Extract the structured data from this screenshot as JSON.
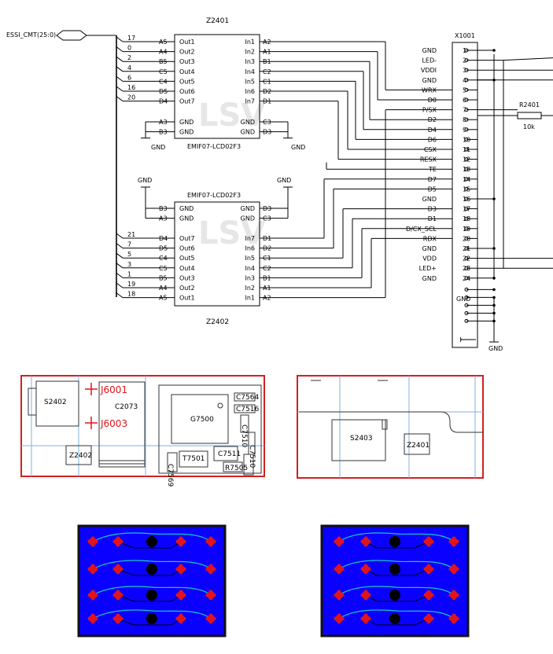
{
  "schematic": {
    "bus_label": "ESSI_CMT(25:0)",
    "watermark": "LSV",
    "z2401": {
      "ref": "Z2401",
      "part": "EMIF07-LCD02F3",
      "out_pins": [
        "Out1",
        "Out2",
        "Out3",
        "Out4",
        "Out5",
        "Out6",
        "Out7"
      ],
      "in_pins": [
        "In1",
        "In2",
        "In3",
        "In4",
        "In5",
        "In6",
        "In7"
      ],
      "left_balls": [
        "A5",
        "A4",
        "B5",
        "C5",
        "C4",
        "D5",
        "D4"
      ],
      "right_balls": [
        "A2",
        "A1",
        "B1",
        "C2",
        "C1",
        "D2",
        "D1"
      ],
      "bus_nums": [
        "17",
        "0",
        "2",
        "4",
        "6",
        "16",
        "20"
      ],
      "gnd_left_balls": [
        "A3",
        "B3"
      ],
      "gnd_right_balls": [
        "C3",
        "D3"
      ],
      "gnd_label": "GND"
    },
    "z2402": {
      "ref": "Z2402",
      "part": "EMIF07-LCD02F3",
      "out_pins": [
        "Out7",
        "Out6",
        "Out5",
        "Out4",
        "Out3",
        "Out2",
        "Out1"
      ],
      "in_pins": [
        "In7",
        "In6",
        "In5",
        "In4",
        "In3",
        "In2",
        "In1"
      ],
      "left_balls": [
        "D4",
        "D5",
        "C4",
        "C5",
        "B5",
        "A4",
        "A5"
      ],
      "right_balls": [
        "D1",
        "D2",
        "C1",
        "C2",
        "B1",
        "A1",
        "A2"
      ],
      "bus_nums": [
        "21",
        "7",
        "5",
        "3",
        "1",
        "19",
        "18"
      ],
      "gnd_left_balls": [
        "B3",
        "A3"
      ],
      "gnd_right_balls": [
        "D3",
        "C3"
      ],
      "gnd_label": "GND"
    },
    "x1001": {
      "ref": "X1001",
      "pins": [
        "1",
        "2",
        "3",
        "4",
        "5",
        "6",
        "7",
        "8",
        "9",
        "10",
        "11",
        "12",
        "13",
        "14",
        "15",
        "16",
        "17",
        "18",
        "19",
        "20",
        "21",
        "22",
        "23",
        "24"
      ],
      "signals": [
        "GND",
        "LED-",
        "VDDI",
        "GND",
        "WRX",
        "D0",
        "P/SX",
        "D2",
        "D4",
        "D6",
        "CSX",
        "RESX",
        "TE",
        "D7",
        "D5",
        "GND",
        "D3",
        "D1",
        "D/CX_SCL",
        "RDX",
        "GND",
        "VDD",
        "LED+",
        "GND"
      ],
      "gnd_label": "GND"
    },
    "r2401": {
      "ref": "R2401",
      "value": "10k"
    }
  },
  "layout_views": {
    "left": {
      "labels": [
        "S2402",
        "C2073",
        "Z2402",
        "G7500",
        "C7564",
        "C7516",
        "C7510",
        "C7510",
        "C7569",
        "T7501",
        "C7511",
        "R7505"
      ],
      "markers": [
        "J6001",
        "J6003"
      ]
    },
    "right": {
      "labels": [
        "S2403",
        "Z2401"
      ]
    }
  },
  "footprints": {
    "count": 2,
    "colors": {
      "board": "#0a00ff",
      "pad": "#e0141c",
      "trace": "#19c8c8",
      "via": "#000000",
      "frame": "#111111"
    }
  }
}
